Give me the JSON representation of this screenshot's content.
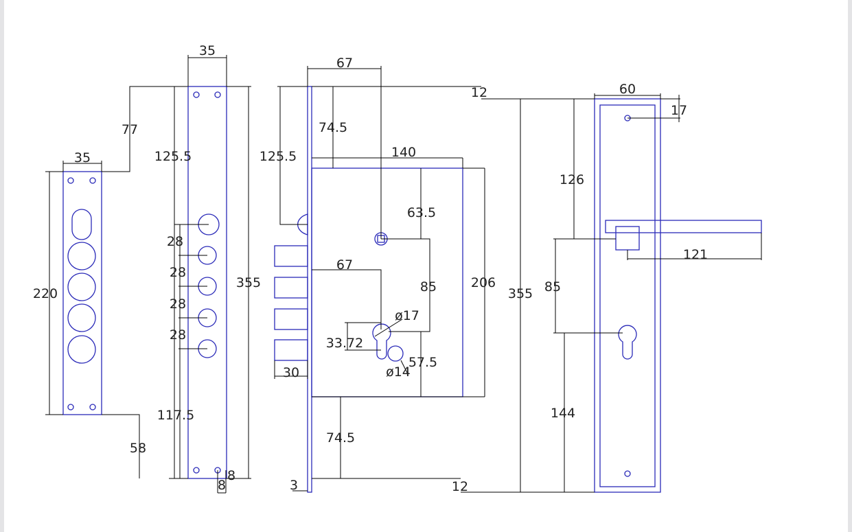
{
  "palette": {
    "outline": "#2a2ab8",
    "dimension": "#000000",
    "sheet": "#ffffff",
    "frame": "#e4e4e6"
  },
  "dims": {
    "plate_width": "35",
    "plate_offset_top": "77",
    "plate_width_small": "35",
    "plate_height": "220",
    "plate_offset_bottom": "58",
    "bolt_to_first": "125.5",
    "bolt_pitch_1": "28",
    "bolt_pitch_2": "28",
    "bolt_pitch_3": "28",
    "bolt_pitch_4": "28",
    "bottom_offset": "117.5",
    "total_length": "355",
    "hole_offset_a": "8",
    "hole_offset_b": "8",
    "spindle_x": "67",
    "case_top": "74.5",
    "latch_offset": "125.5",
    "case_width": "140",
    "spindle_to_cylinder_top": "63.5",
    "spindle_to_cylinder": "85",
    "case_height": "206",
    "cylinder_x": "67",
    "cyl_dia_top": "ø17",
    "cyl_height": "33.72",
    "cyl_to_bottom": "57.5",
    "cyl_dia_bottom": "ø14",
    "bolt_throw": "30",
    "case_bottom": "74.5",
    "face_thickness": "3",
    "end_top": "12",
    "end_bottom": "12",
    "handle_plate_width": "60",
    "handle_hole_top": "17",
    "handle_top_to_spindle": "126",
    "handle_length": "121",
    "handle_total": "355",
    "handle_spindle_to_cyl": "85",
    "handle_cyl_to_bottom": "144"
  }
}
